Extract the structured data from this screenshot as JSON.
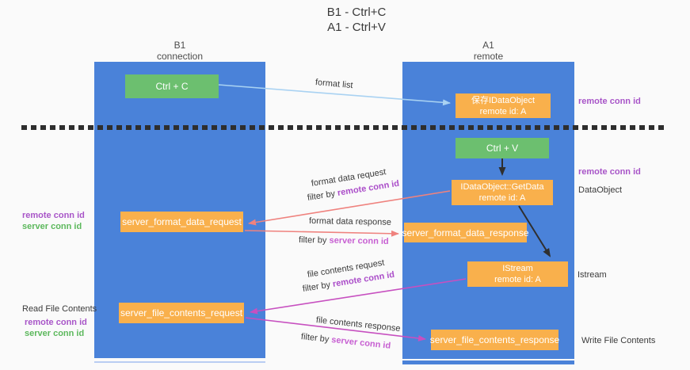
{
  "title": {
    "line1": "B1 - Ctrl+C",
    "line2": "A1 - Ctrl+V"
  },
  "lanes": {
    "left": {
      "title": "B1",
      "subtitle": "connection"
    },
    "right": {
      "title": "A1",
      "subtitle": "remote"
    }
  },
  "boxes": {
    "ctrl_c": {
      "label": "Ctrl + C"
    },
    "store_dataobject": {
      "line1": "保存IDataObject",
      "line2": "remote id: A"
    },
    "ctrl_v": {
      "label": "Ctrl + V"
    },
    "getdata": {
      "line1": "IDataObject::GetData",
      "line2": "remote id: A"
    },
    "format_request": {
      "label": "server_format_data_request"
    },
    "format_response": {
      "label": "server_format_data_response"
    },
    "istream": {
      "line1": "IStream",
      "line2": "remote id: A"
    },
    "file_request": {
      "label": "server_file_contents_request"
    },
    "file_response": {
      "label": "server_file_contents_response"
    }
  },
  "arrow_labels": {
    "format_list": "format list",
    "format_data_request": "format data request",
    "format_data_request_filter": {
      "pre": "filter by ",
      "hl": "remote conn id"
    },
    "format_data_response": "format data response",
    "format_data_response_filter": {
      "pre": "filter by ",
      "hl": "server conn id"
    },
    "file_contents_request": "file contents request",
    "file_contents_request_filter": {
      "pre": "filter by ",
      "hl": "remote conn id"
    },
    "file_contents_response": "file contents response",
    "file_contents_response_filter": {
      "pre": "filter by ",
      "hl": "server conn id"
    }
  },
  "side_labels": {
    "right_top_remote_conn_id": "remote conn id",
    "right_mid_remote_conn_id": "remote conn id",
    "dataobject": "DataObject",
    "istream": "Istream",
    "write_file_contents": "Write File Contents",
    "left_remote_conn_id_1": "remote conn id",
    "left_server_conn_id_1": "server conn id",
    "read_file_contents": "Read File Contents",
    "left_remote_conn_id_2": "remote conn id",
    "left_server_conn_id_2": "server conn id"
  },
  "colors": {
    "lane_blue": "#4a82d9",
    "box_orange": "#f9b04c",
    "box_green": "#6cbf6f",
    "purple_text": "#a855c8",
    "green_text": "#5cb85c",
    "salmon_arrow": "#ef827e",
    "magenta_arrow": "#c750c0",
    "light_blue_arrow": "#a9d2f2",
    "black_arrow": "#2f2f2f"
  }
}
